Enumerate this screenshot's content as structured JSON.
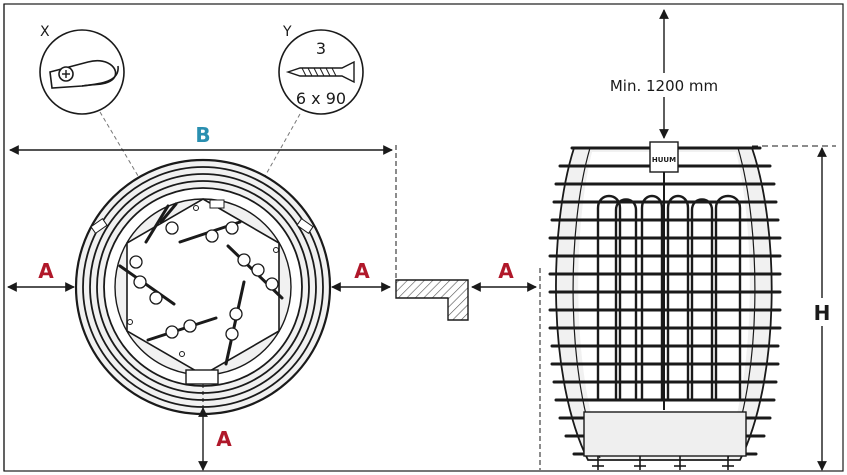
{
  "labels": {
    "x": "X",
    "y": "Y",
    "screw_count": "3",
    "screw_size": "6 x 90",
    "b": "B",
    "a": "A",
    "h": "H",
    "min_clearance": "Min. 1200 mm",
    "logo": "HUUM"
  },
  "colors": {
    "accent_red": "#b0182a",
    "accent_blue": "#2a8fb0",
    "line": "#1a1a1a",
    "fill_light": "#f1f1f1",
    "hatch": "#555555"
  },
  "icons": {
    "clip": "pipe-clip-icon",
    "screw": "screw-icon"
  }
}
